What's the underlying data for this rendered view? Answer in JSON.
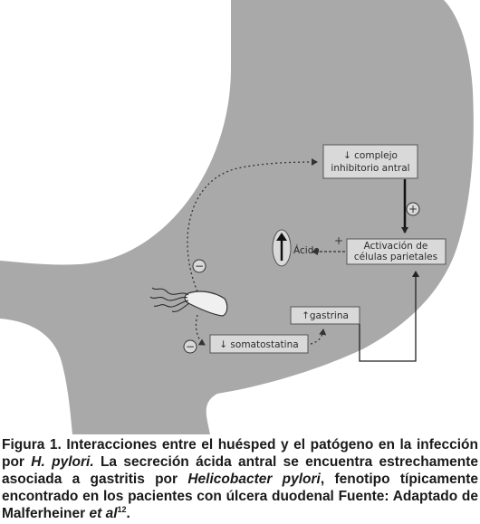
{
  "figure": {
    "nodes": {
      "complejo": [
        "↓ complejo",
        "inhibitorio antral"
      ],
      "activacion": [
        "Activación de",
        "células parietales"
      ],
      "gastrina": "↑gastrina",
      "somatostatina": "↓ somatostatina",
      "acido": "Ácido"
    },
    "signs": {
      "plus_complejo": "+",
      "plus_acido": "+",
      "minus_upper": "−",
      "minus_lower": "−"
    }
  },
  "caption": {
    "label": "Figura 1.",
    "part1": " Interacciones entre el huésped y el patógeno en la infección por ",
    "pathogen": "H. pylori.",
    "part2": " La secreción ácida antral se encuentra estrechamente asociada a gastritis por ",
    "pathogen_full": "Helicobacter pylori",
    "part3": ", fenotipo típicamente encontrado en los pacientes con úlcera duodenal Fuente: Adaptado de Malferheiner ",
    "etal": "et al",
    "ref": "12",
    "end": "."
  }
}
